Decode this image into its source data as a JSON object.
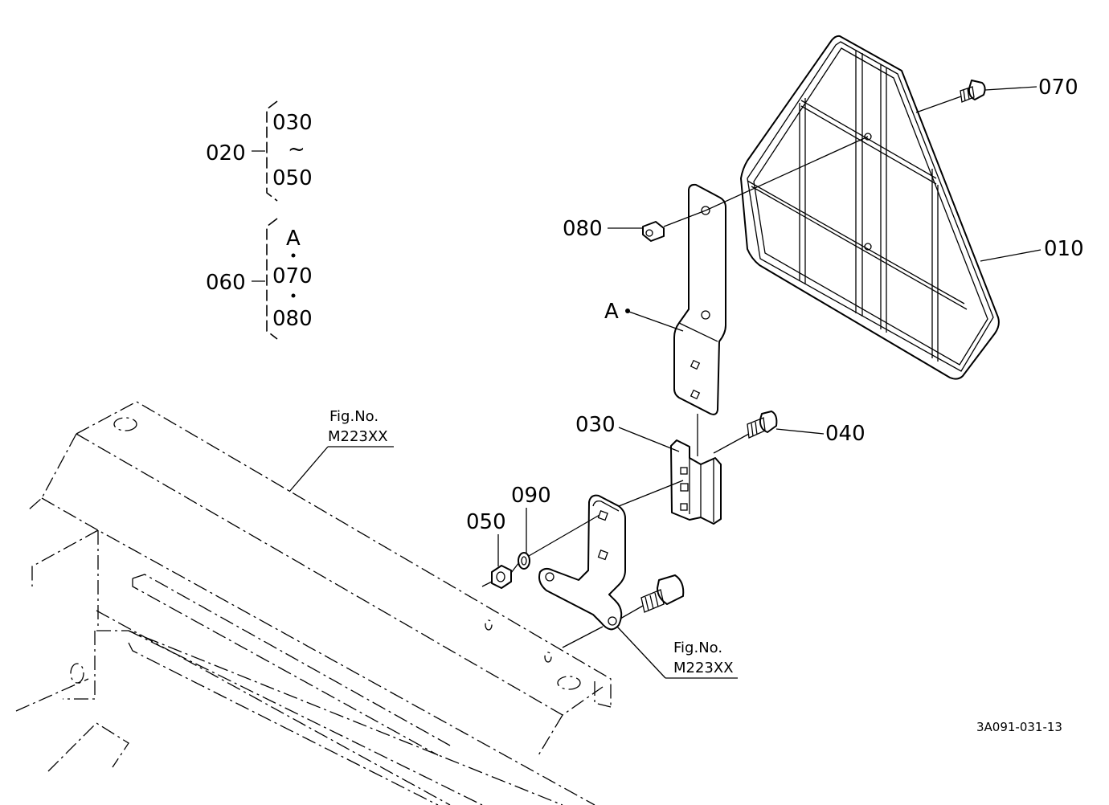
{
  "callouts": {
    "p010": "010",
    "p020": "020",
    "p030": "030",
    "p040": "040",
    "p050": "050",
    "p060": "060",
    "p070": "070",
    "p080": "080",
    "p090": "090",
    "pA": "A"
  },
  "groups": {
    "g020": {
      "top": "030",
      "sep": "~",
      "bottom": "050"
    },
    "g060": {
      "top": "A",
      "middle": "070",
      "bottom": "080"
    }
  },
  "references": {
    "ref1": {
      "line1": "Fig.No.",
      "line2": "M223XX"
    },
    "ref2": {
      "line1": "Fig.No.",
      "line2": "M223XX"
    }
  },
  "drawing_number": "3A091-031-13"
}
